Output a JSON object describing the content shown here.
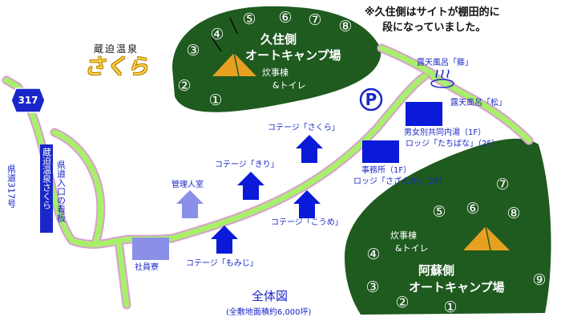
{
  "note": {
    "line1": "※久住側はサイトが棚田的に",
    "line2": "段になっていました。"
  },
  "logo": {
    "name": "蔵迫温泉",
    "brand": "さくら"
  },
  "route": {
    "badge": "317",
    "road_label": "県道317号",
    "sign_label": "蔵迫温泉さくら",
    "entrance_label": "県道入口の看板"
  },
  "kuju": {
    "title1": "久住側",
    "title2": "オートキャンプ場",
    "facility1": "炊事棟",
    "facility2": "&トイレ",
    "sites": [
      "①",
      "②",
      "③",
      "④",
      "⑤",
      "⑥",
      "⑦",
      "⑧"
    ]
  },
  "aso": {
    "title1": "阿蘇側",
    "title2": "オートキャンプ場",
    "facility1": "炊事棟",
    "facility2": "&トイレ",
    "sites": [
      "①",
      "②",
      "③",
      "④",
      "⑤",
      "⑥",
      "⑦",
      "⑧",
      "⑨"
    ]
  },
  "labels": {
    "bath_fuji": "露天風呂「藤」",
    "bath_matsu": "露天風呂「松」",
    "shared_bath": "男女別共同内湯（1F）",
    "lodge_tachibana": "ロッジ「たちばな」（2F）",
    "office": "事務所（1F）",
    "lodge_sazanka": "ロッジ「さざんか」（2F）",
    "cottage_sakura": "コテージ「さくら」",
    "cottage_kiri": "コテージ「きり」",
    "cottage_koume": "コテージ「こうめ」",
    "cottage_momiji": "コテージ「もみじ」",
    "manager": "管理人室",
    "staff_dorm": "社員寮",
    "parking": "P"
  },
  "footer": {
    "title": "全体図",
    "subtitle": "(全敷地面積約6,000坪)"
  },
  "colors": {
    "forest": "#1f5a1f",
    "road": "#a8f06a",
    "road_edge": "#d9a0d0",
    "building_blue": "#0a1ad8",
    "building_light": "#8a90e8",
    "text_blue": "#1a27c8",
    "tent": "#e8a020"
  }
}
